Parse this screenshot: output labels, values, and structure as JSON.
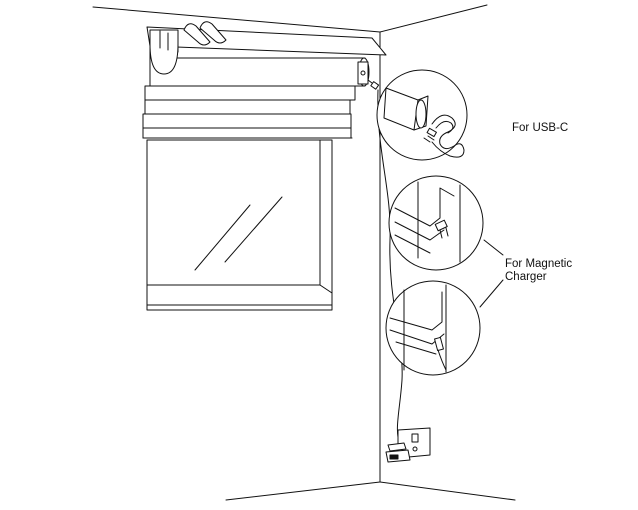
{
  "labels": {
    "usb_c": "For USB-C",
    "magnetic_line1": "For Magnetic",
    "magnetic_line2": "Charger"
  },
  "colors": {
    "ink": "#111111",
    "background": "#ffffff"
  }
}
